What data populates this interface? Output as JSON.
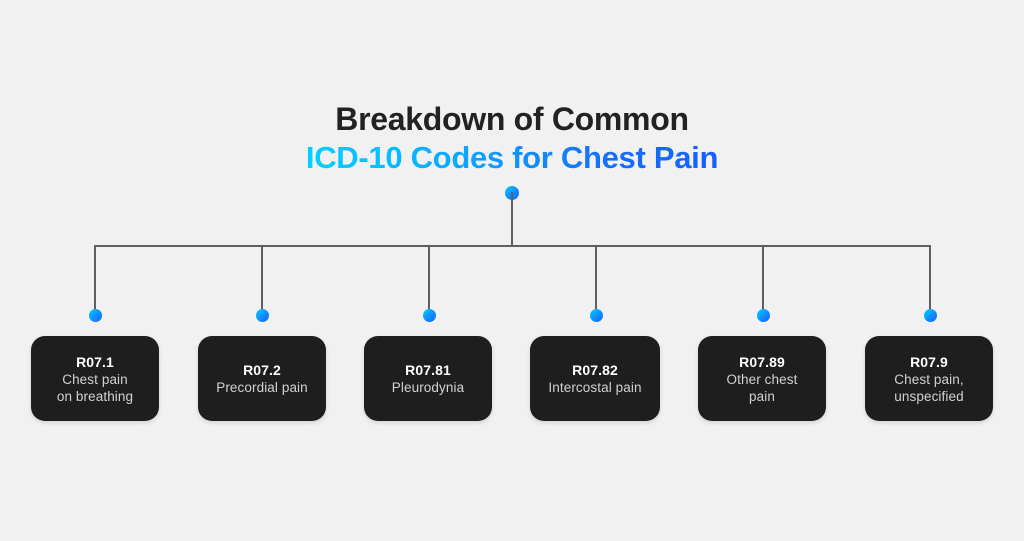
{
  "background_color": "#f1f1f1",
  "title": {
    "line1": "Breakdown of Common",
    "line2": "ICD-10 Codes for Chest Pain",
    "line1_color": "#222222",
    "line2_gradient_start": "#00d2ff",
    "line2_gradient_end": "#1560fb"
  },
  "diagram": {
    "type": "tree",
    "root_label": "",
    "connector_color": "#5f5f5f",
    "node_dot_gradient_start": "#00d2ff",
    "node_dot_gradient_end": "#1565fb",
    "card_background": "#1e1e1e",
    "card_code_color": "#ffffff",
    "card_desc_color": "#d2d2d2",
    "nodes": [
      {
        "code": "R07.1",
        "desc_line1": "Chest pain",
        "desc_line2": "on breathing"
      },
      {
        "code": "R07.2",
        "desc_line1": "Precordial pain",
        "desc_line2": ""
      },
      {
        "code": "R07.81",
        "desc_line1": "Pleurodynia",
        "desc_line2": ""
      },
      {
        "code": "R07.82",
        "desc_line1": "Intercostal pain",
        "desc_line2": ""
      },
      {
        "code": "R07.89",
        "desc_line1": "Other chest",
        "desc_line2": "pain"
      },
      {
        "code": "R07.9",
        "desc_line1": "Chest pain,",
        "desc_line2": "unspecified"
      }
    ]
  }
}
